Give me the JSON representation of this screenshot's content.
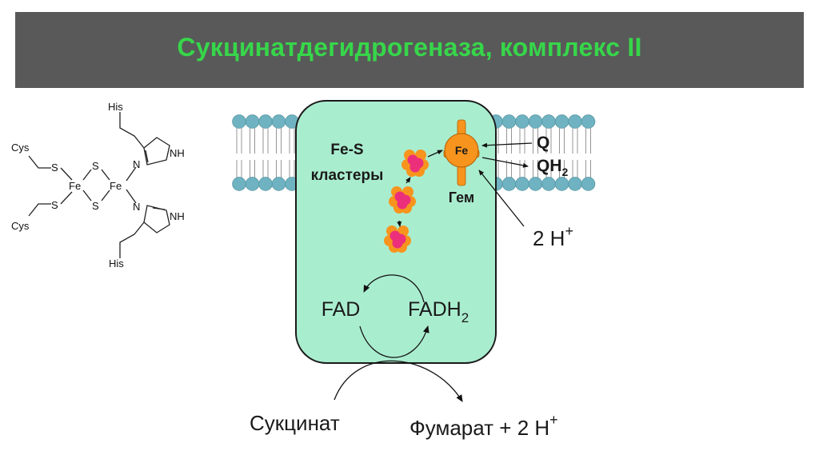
{
  "title": "Сукцинатдегидрогеназа, комплекс II",
  "colors": {
    "title_bar": "#595959",
    "title_text": "#37d64a",
    "protein_fill": "#a9edcf",
    "lipid_head": "#6fb3c2",
    "heme_orange": "#f7941d",
    "fes_pink": "#ec2f7a"
  },
  "structure": {
    "cys_top": "Cys",
    "cys_bottom": "Cys",
    "his_top": "His",
    "his_bottom": "His",
    "s1": "S",
    "s2": "S",
    "s3": "S",
    "s4": "S",
    "fe1": "Fe",
    "fe2": "Fe",
    "n1": "N",
    "nh1": "NH",
    "n2": "N",
    "nh2": "NH"
  },
  "diagram": {
    "fes_line1": "Fe-S",
    "fes_line2": "кластеры",
    "heme_fe": "Fe",
    "heme_label": "Гем",
    "q": "Q",
    "qh2_main": "QH",
    "qh2_sub": "2",
    "protons_right_main": "2 H",
    "protons_right_sup": "+",
    "fad": "FAD",
    "fadh2_main": "FADH",
    "fadh2_sub": "2",
    "succinate": "Сукцинат",
    "fumarate_main": "Фумарат + 2 H",
    "fumarate_sup": "+"
  }
}
